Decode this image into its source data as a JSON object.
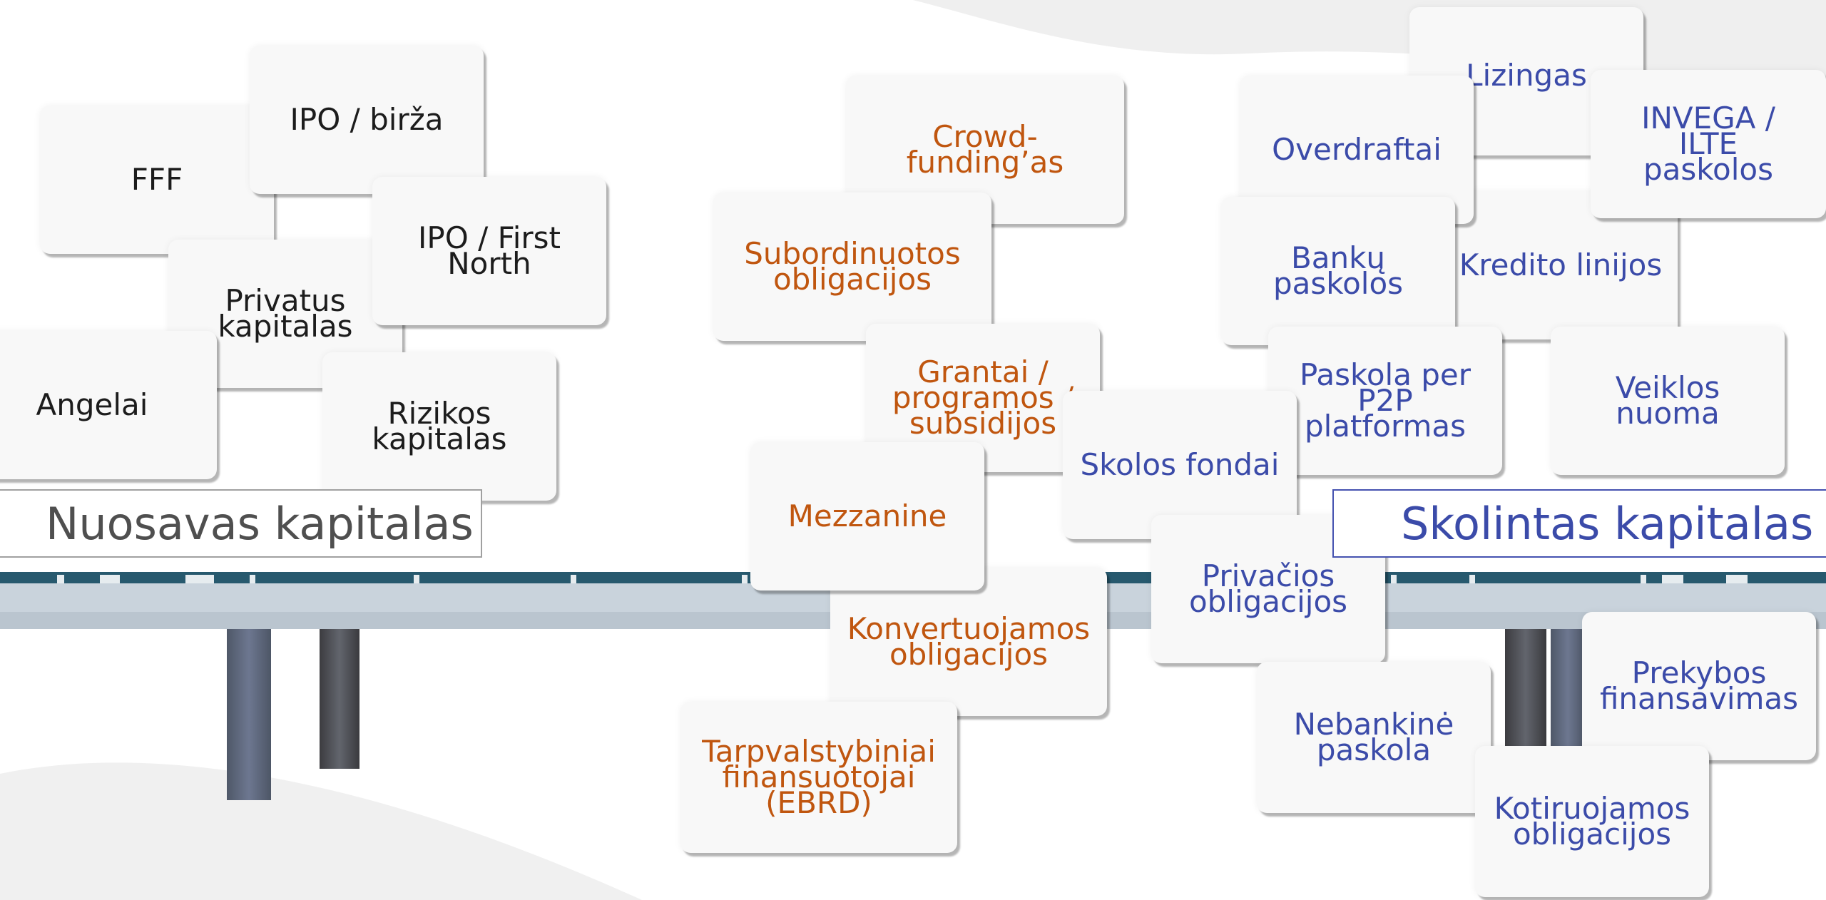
{
  "equity": {
    "title": "Nuosavas kapitalas",
    "items": [
      {
        "id": "fff",
        "label": "FFF"
      },
      {
        "id": "ipo-birza",
        "label": "IPO / birža"
      },
      {
        "id": "ipo-first-north",
        "label": "IPO / First\nNorth"
      },
      {
        "id": "privatus-kapitalas",
        "label": "Privatus\nkapitalas"
      },
      {
        "id": "angelai",
        "label": "Angelai"
      },
      {
        "id": "rizikos-kapitalas",
        "label": "Rizikos\nkapitalas"
      }
    ]
  },
  "hybrid": {
    "items": [
      {
        "id": "crowdfunding",
        "label": "Crowd-\nfunding’as"
      },
      {
        "id": "subordinuotos-obligacijos",
        "label": "Subordinuotos\nobligacijos"
      },
      {
        "id": "grantai",
        "label": "Grantai /\nprogramos /\nsubsidijos"
      },
      {
        "id": "mezzanine",
        "label": "Mezzanine"
      },
      {
        "id": "konvertuojamos-obligacijos",
        "label": "Konvertuojamos\nobligacijos"
      },
      {
        "id": "tarpvalstybiniai",
        "label": "Tarpvalstybiniai\nfinansuotojai\n(EBRD)"
      }
    ]
  },
  "debt": {
    "title": "Skolintas kapitalas",
    "items": [
      {
        "id": "lizingas",
        "label": "Lizingas"
      },
      {
        "id": "overdraftai",
        "label": "Overdraftai"
      },
      {
        "id": "invega",
        "label": "INVEGA /\nILTE\npaskolos"
      },
      {
        "id": "banku-paskolos",
        "label": "Bankų\npaskolos"
      },
      {
        "id": "kredito-linijos",
        "label": "Kredito linijos"
      },
      {
        "id": "paskola-p2p",
        "label": "Paskola per\nP2P\nplatformas"
      },
      {
        "id": "veiklos-nuoma",
        "label": "Veiklos\nnuoma"
      },
      {
        "id": "skolos-fondai",
        "label": "Skolos fondai"
      },
      {
        "id": "privacios-obligacijos",
        "label": "Privačios\nobligacijos"
      },
      {
        "id": "prekybos-finansavimas",
        "label": "Prekybos\nfinansavimas"
      },
      {
        "id": "nebankine-paskola",
        "label": "Nebankinė\npaskola"
      },
      {
        "id": "kotiruojamos-obligacijos",
        "label": "Kotiruojamos\nobligacijos"
      }
    ]
  },
  "colors": {
    "equity_text": "#1c1c1c",
    "hybrid_text": "#c0560f",
    "debt_text": "#3b4ba9",
    "card_bg": "#f8f8f8",
    "bridge_deck": "#c9d3dc",
    "bridge_rail": "#27596e"
  }
}
